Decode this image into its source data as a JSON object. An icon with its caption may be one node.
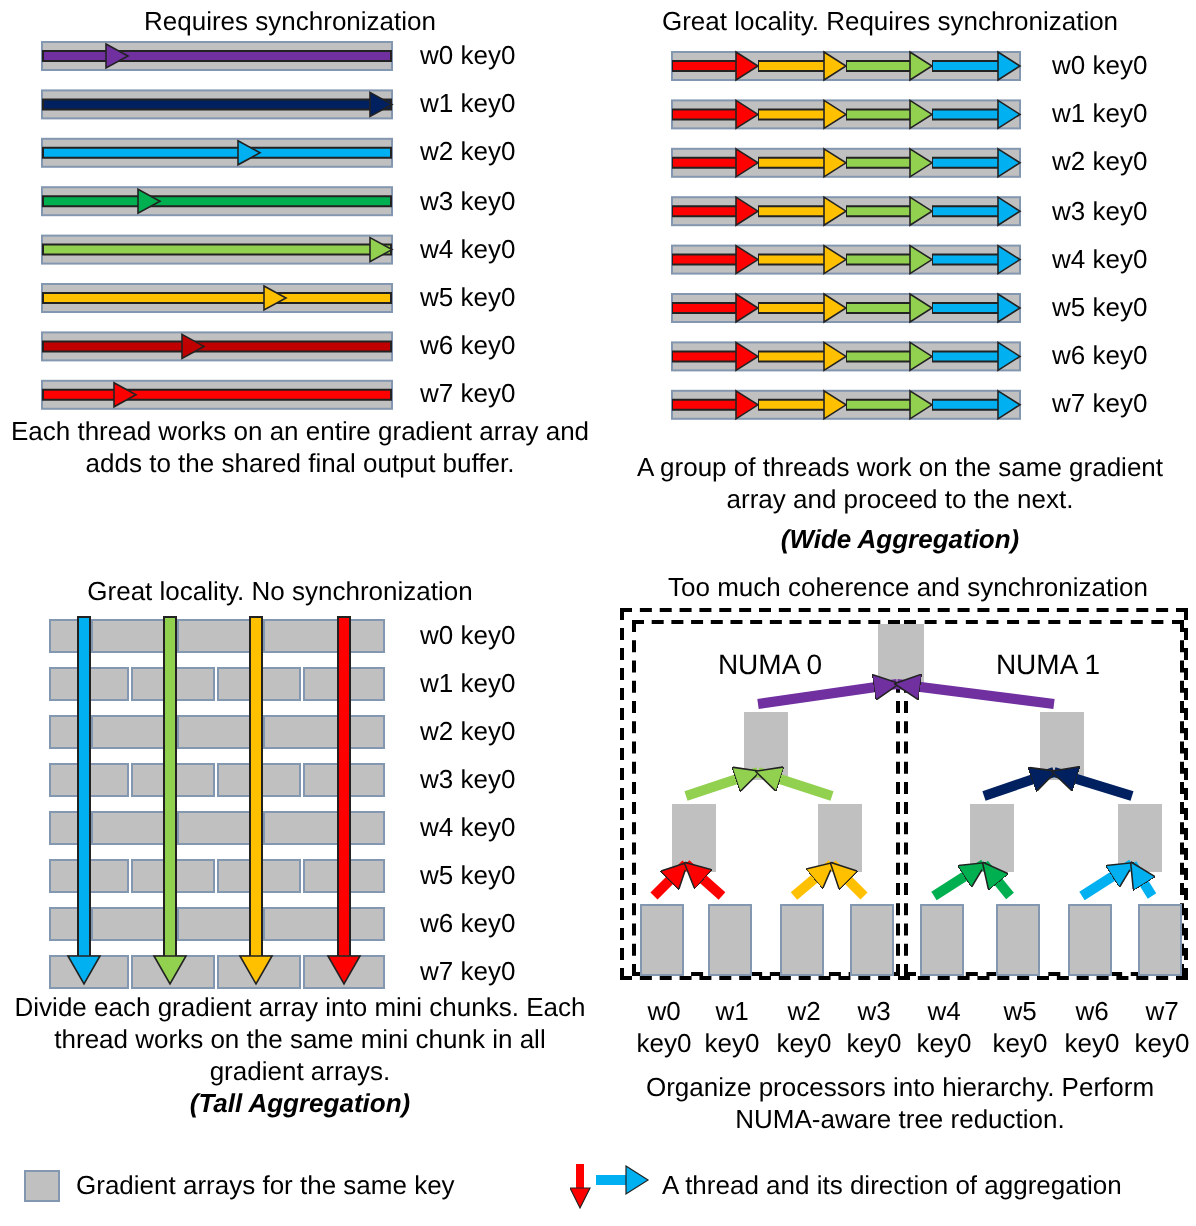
{
  "diagram": {
    "nodes": [
      {
        "text": [
          "Too much coherence and synchronization"
        ]
      },
      {
        "text": [
          "NUMA 0"
        ],
        "in": 0
      },
      {
        "text": [
          "NUMA 1"
        ],
        "in": 0
      },
      {
        "text": [],
        "shape": "box",
        "in": 0
      },
      {
        "text": [],
        "shape": "box",
        "in": 1
      },
      {
        "text": [],
        "shape": "box",
        "in": 2
      },
      {
        "text": [],
        "shape": "box",
        "in": 1
      },
      {
        "text": [],
        "shape": "box",
        "in": 1
      },
      {
        "text": [],
        "shape": "box",
        "in": 2
      },
      {
        "text": [],
        "shape": "box",
        "in": 2
      },
      {
        "text": [],
        "shape": "box",
        "in": 1,
        "beside": [
          "w0 key0"
        ]
      },
      {
        "text": [],
        "shape": "box",
        "in": 1,
        "beside": [
          "w1 key0"
        ]
      },
      {
        "text": [],
        "shape": "box",
        "in": 1,
        "beside": [
          "w2 key0"
        ]
      },
      {
        "text": [],
        "shape": "box",
        "in": 1,
        "beside": [
          "w3 key0"
        ]
      },
      {
        "text": [],
        "shape": "box",
        "in": 2,
        "beside": [
          "w4 key0"
        ]
      },
      {
        "text": [],
        "shape": "box",
        "in": 2,
        "beside": [
          "w5 key0"
        ]
      },
      {
        "text": [],
        "shape": "box",
        "in": 2,
        "beside": [
          "w6 key0"
        ]
      },
      {
        "text": [],
        "shape": "box",
        "in": 2,
        "beside": [
          "w7 key0"
        ]
      }
    ],
    "edges": [
      {
        "from": 10,
        "to": 6,
        "arrow": "to",
        "color": "#ff0000"
      },
      {
        "from": 11,
        "to": 6,
        "arrow": "to",
        "color": "#ff0000"
      },
      {
        "from": 12,
        "to": 7,
        "arrow": "to",
        "color": "#ffc000"
      },
      {
        "from": 13,
        "to": 7,
        "arrow": "to",
        "color": "#ffc000"
      },
      {
        "from": 14,
        "to": 8,
        "arrow": "to",
        "color": "#00b050"
      },
      {
        "from": 15,
        "to": 8,
        "arrow": "to",
        "color": "#00b050"
      },
      {
        "from": 16,
        "to": 9,
        "arrow": "to",
        "color": "#00b0f0"
      },
      {
        "from": 17,
        "to": 9,
        "arrow": "to",
        "color": "#00b0f0"
      },
      {
        "from": 6,
        "to": 4,
        "arrow": "to",
        "color": "#92d050"
      },
      {
        "from": 7,
        "to": 4,
        "arrow": "to",
        "color": "#92d050"
      },
      {
        "from": 8,
        "to": 5,
        "arrow": "to",
        "color": "#002060"
      },
      {
        "from": 9,
        "to": 5,
        "arrow": "to",
        "color": "#002060"
      },
      {
        "from": 4,
        "to": 3,
        "arrow": "to",
        "color": "#7030a0"
      },
      {
        "from": 5,
        "to": 3,
        "arrow": "to",
        "color": "#7030a0"
      }
    ],
    "labels": [
      "Requires synchronization",
      "w0 key0",
      "w1 key0",
      "w2 key0",
      "w3 key0",
      "w4 key0",
      "w5 key0",
      "w6 key0",
      "w7 key0",
      "Each thread works on an entire gradient array and adds to the shared final output buffer.",
      "Great locality. Requires synchronization",
      "w0 key0",
      "w1 key0",
      "w2 key0",
      "w3 key0",
      "w4 key0",
      "w5 key0",
      "w6 key0",
      "w7 key0",
      "A group of threads work on the same gradient array and proceed to the next.",
      "(Wide Aggregation)",
      "Great locality. No synchronization",
      "w0 key0",
      "w1 key0",
      "w2 key0",
      "w3 key0",
      "w4 key0",
      "w5 key0",
      "w6 key0",
      "w7 key0",
      "Divide each gradient array into mini chunks. Each thread works on the same mini chunk in all gradient arrays.",
      "(Tall Aggregation)",
      "Organize processors into hierarchy. Perform NUMA-aware tree reduction."
    ],
    "legend": [
      {
        "text": "Gradient arrays for the same key",
        "color": "#c0c0c0"
      },
      {
        "text": "A thread and its direction of aggregation"
      }
    ]
  }
}
